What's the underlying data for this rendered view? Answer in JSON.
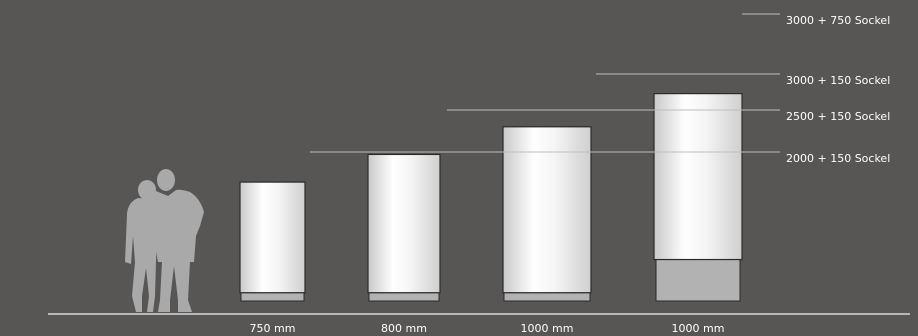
{
  "colors": {
    "background": "#575654",
    "ground_line": "#d9d9d9",
    "pillar_edge": "#2b2b2b",
    "pillar_light": "#ffffff",
    "pillar_dark": "#c8c8c8",
    "socket": "#b2b2b2",
    "leader_line": "#bdbdbd",
    "silhouette": "#a9a9a9",
    "text": "#ffffff"
  },
  "pillars": [
    {
      "id": "pillar-750",
      "width_label": "750 mm",
      "height_label": "2000 + 150 Sockel",
      "diameter_mm": 750,
      "height_mm": 2000,
      "socket_mm": 150
    },
    {
      "id": "pillar-800",
      "width_label": "800 mm",
      "height_label": "2500 + 150 Sockel",
      "diameter_mm": 800,
      "height_mm": 2500,
      "socket_mm": 150
    },
    {
      "id": "pillar-1000a",
      "width_label": "1000 mm",
      "height_label": "3000 + 150 Sockel",
      "diameter_mm": 1000,
      "height_mm": 3000,
      "socket_mm": 150
    },
    {
      "id": "pillar-1000b",
      "width_label": "1000 mm",
      "height_label": "3000 + 750 Sockel",
      "diameter_mm": 1000,
      "height_mm": 3000,
      "socket_mm": 750
    }
  ],
  "silhouette_icon": "couple-silhouette-icon"
}
